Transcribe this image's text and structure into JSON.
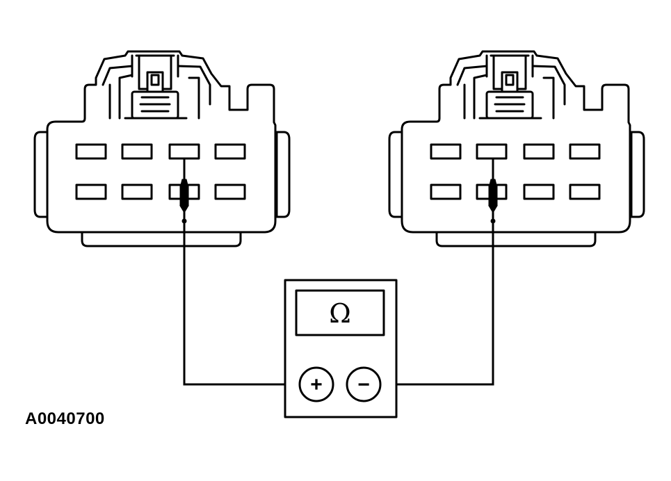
{
  "figure": {
    "id": "A0040700"
  },
  "meter": {
    "display_symbol": "Ω",
    "positive_terminal": "+",
    "negative_terminal": "−"
  },
  "connectors": [
    {
      "probe_cavity": 3
    },
    {
      "probe_cavity": 2
    }
  ],
  "colors": {
    "ink": "#000000",
    "paper": "#ffffff"
  }
}
